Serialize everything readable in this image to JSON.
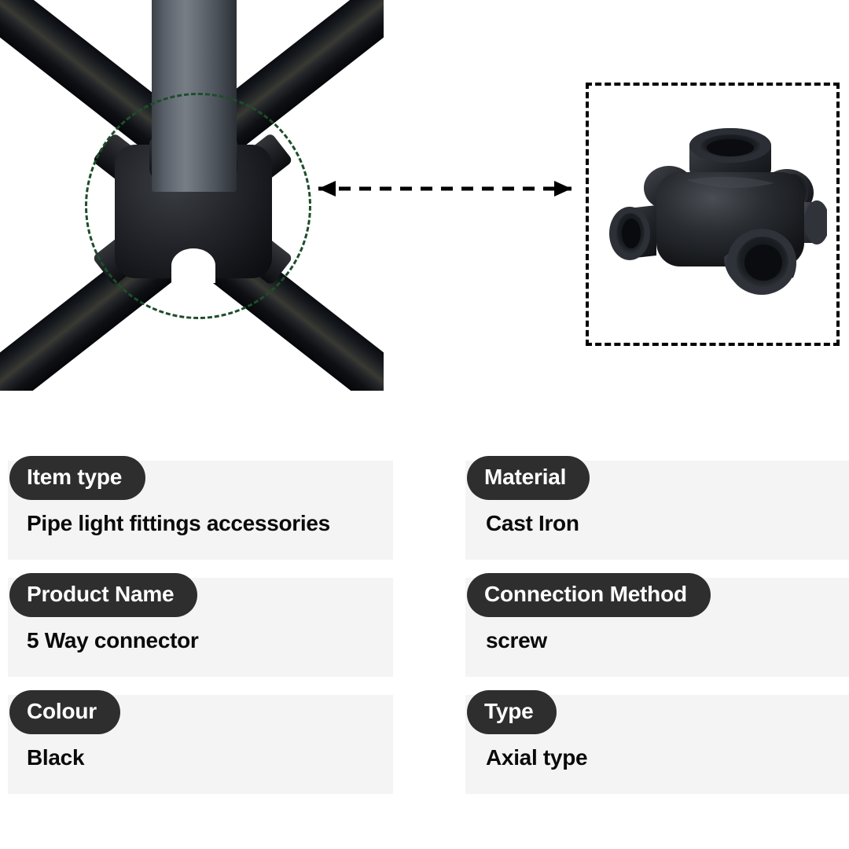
{
  "photo": {
    "caption_alt": "five-way black cast iron pipe fitting joining four diagonal pipes and one vertical pipe",
    "highlight_circle_color": "#1d4d2b",
    "pipe_color": "#0d0f12",
    "riser_pipe_color": "#5a6069",
    "fitting_color": "#1c1e22"
  },
  "callout": {
    "arrow_color": "#000000",
    "box_border_color": "#000000",
    "product_alt": "5 way cast iron cross fitting with threaded ports"
  },
  "specs": {
    "left": [
      {
        "label": "Item type",
        "value": "Pipe light fittings accessories"
      },
      {
        "label": "Product Name",
        "value": "5 Way connector"
      },
      {
        "label": "Colour",
        "value": "Black"
      }
    ],
    "right": [
      {
        "label": "Material",
        "value": "Cast Iron"
      },
      {
        "label": "Connection Method",
        "value": "screw"
      },
      {
        "label": "Type",
        "value": "Axial type"
      }
    ]
  },
  "theme": {
    "pill_bg": "#2e2e2e",
    "pill_text": "#ffffff",
    "card_bg": "#f4f4f4",
    "value_text": "#0a0a0a",
    "page_bg": "#ffffff"
  }
}
